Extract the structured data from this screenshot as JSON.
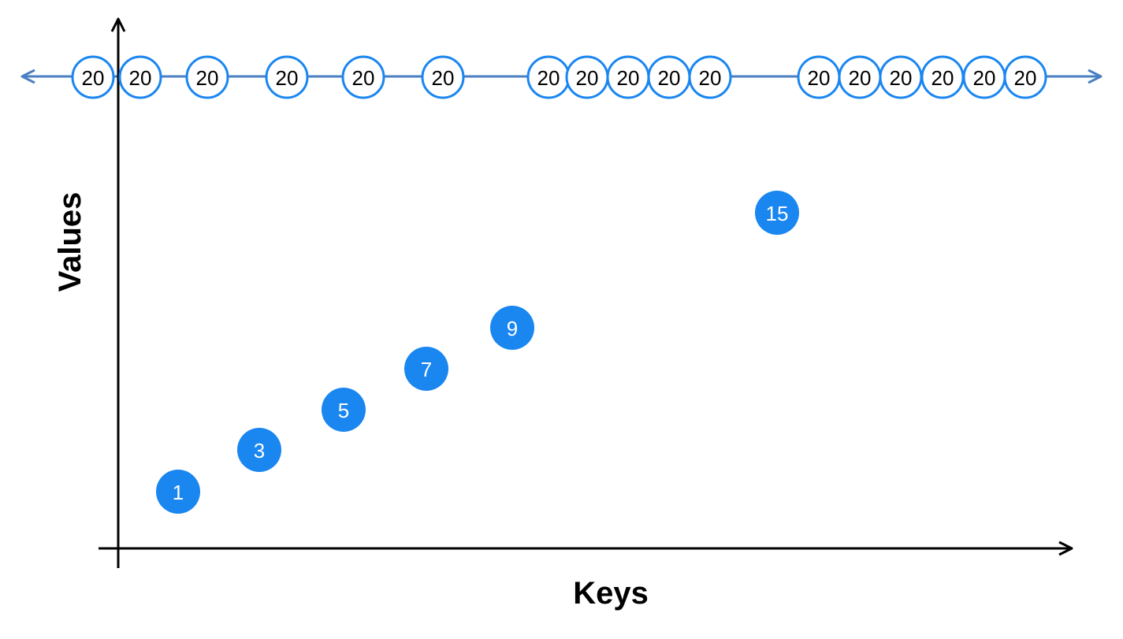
{
  "diagram": {
    "x_axis_label": "Keys",
    "y_axis_label": "Values",
    "colors": {
      "axis": "#000000",
      "filled_node": "#1a86f0",
      "filled_node_text": "#ffffff",
      "hollow_node_stroke": "#1a86f0",
      "hollow_node_fill": "#ffffff",
      "hollow_node_text": "#000000",
      "line_arrow": "#4a7fc1"
    },
    "filled_nodes": [
      {
        "label": "1"
      },
      {
        "label": "3"
      },
      {
        "label": "5"
      },
      {
        "label": "7"
      },
      {
        "label": "9"
      },
      {
        "label": "15"
      }
    ],
    "hollow_nodes": [
      {
        "label": "20"
      },
      {
        "label": "20"
      },
      {
        "label": "20"
      },
      {
        "label": "20"
      },
      {
        "label": "20"
      },
      {
        "label": "20"
      },
      {
        "label": "20"
      },
      {
        "label": "20"
      },
      {
        "label": "20"
      },
      {
        "label": "20"
      },
      {
        "label": "20"
      },
      {
        "label": "20"
      },
      {
        "label": "20"
      },
      {
        "label": "20"
      },
      {
        "label": "20"
      },
      {
        "label": "20"
      },
      {
        "label": "20"
      }
    ]
  }
}
